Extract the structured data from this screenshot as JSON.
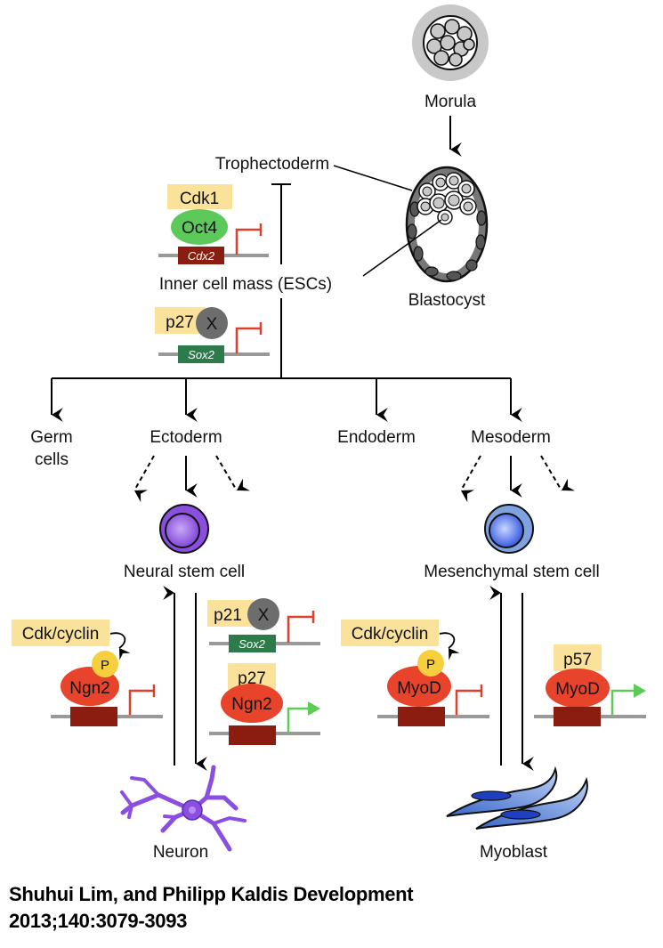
{
  "figure": {
    "stages": {
      "morula": "Morula",
      "blastocyst": "Blastocyst",
      "trophectoderm": "Trophectoderm",
      "inner_cell_mass": "Inner cell mass (ESCs)"
    },
    "germ_layers": [
      "Germ cells",
      "Ectoderm",
      "Endoderm",
      "Mesoderm"
    ],
    "germ_cells_line1": "Germ",
    "germ_cells_line2": "cells",
    "stem_cells": {
      "neural": "Neural stem cell",
      "mesenchymal": "Mesenchymal stem cell"
    },
    "differentiated": {
      "neuron": "Neuron",
      "myoblast": "Myoblast"
    },
    "regulation_modules": {
      "cdk1_oct4": {
        "kinase": "Cdk1",
        "factor": "Oct4",
        "gene": "Cdx2",
        "effect": "repression"
      },
      "p27_sox2": {
        "inhibitor": "p27",
        "factor": "X",
        "gene": "Sox2",
        "effect": "repression"
      },
      "neural_cdk": {
        "kinase": "Cdk/cyclin",
        "phospho": "P",
        "factor": "Ngn2",
        "effect": "repression"
      },
      "p21_sox2": {
        "inhibitor": "p21",
        "factor": "X",
        "gene": "Sox2",
        "effect": "repression"
      },
      "p27_ngn2": {
        "inhibitor": "p27",
        "factor": "Ngn2",
        "effect": "activation"
      },
      "muscle_cdk": {
        "kinase": "Cdk/cyclin",
        "phospho": "P",
        "factor": "MyoD",
        "effect": "repression"
      },
      "p57_myod": {
        "inhibitor": "p57",
        "factor": "MyoD",
        "effect": "activation"
      }
    },
    "colors": {
      "kinase_box": "#fbe29a",
      "oct4": "#5cc95a",
      "factor_red": "#e8432b",
      "phospho": "#f6cf3f",
      "x_factor": "#6d6d6d",
      "gene_dark_red": "#8a1c10",
      "gene_green": "#2d7a4a",
      "repression": "#e0402a",
      "activation": "#5ccc56",
      "dna": "#999999",
      "neural": "#8a4ee0",
      "mesenchymal": "#3c63e0"
    }
  },
  "citation": {
    "line1": "Shuhui Lim, and Philipp Kaldis Development",
    "line2": "2013;140:3079-3093"
  }
}
